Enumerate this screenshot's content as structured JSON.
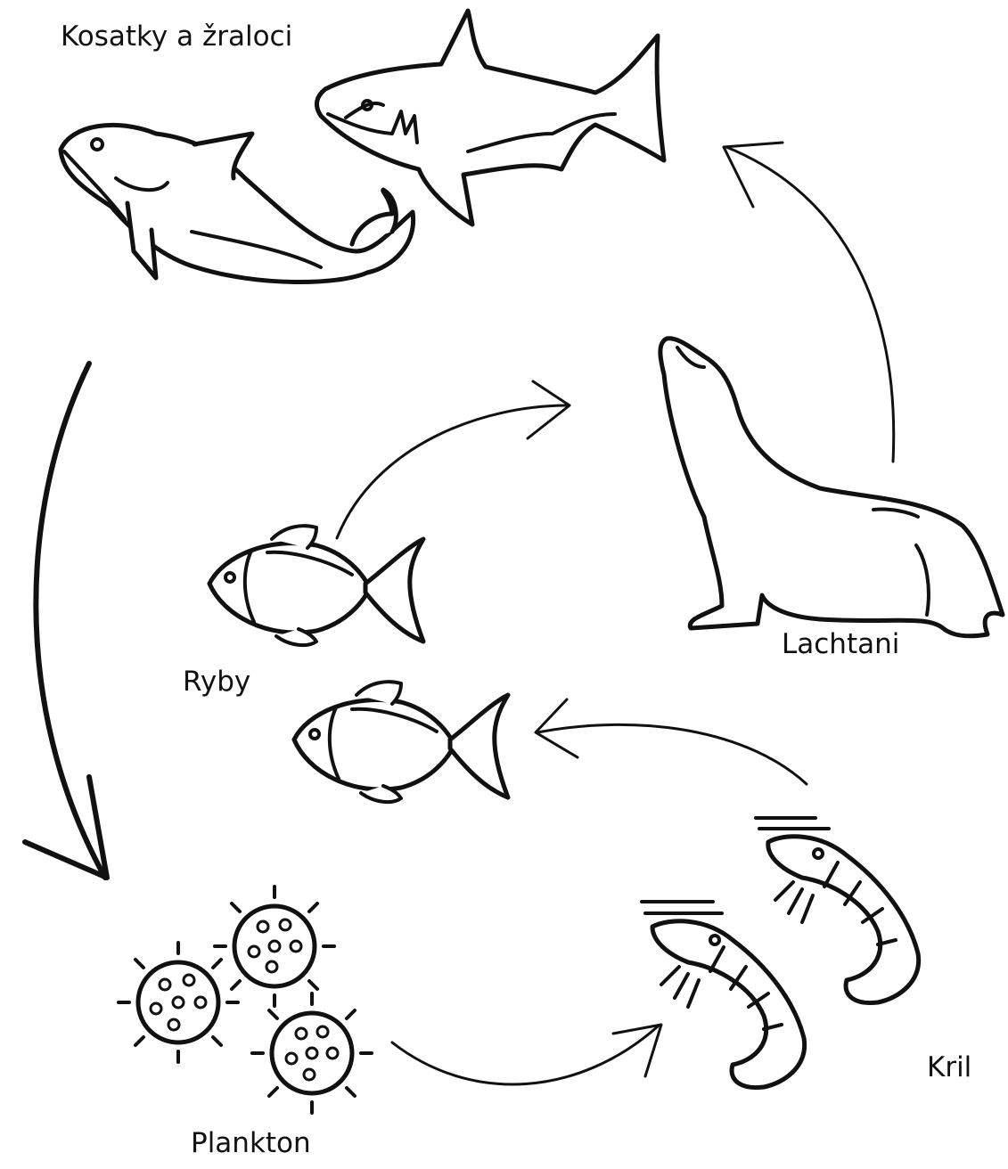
{
  "diagram": {
    "labels": {
      "predators": "Kosatky a žraloci",
      "sea_lions": "Lachtani",
      "fish": "Ryby",
      "krill": "Kril",
      "plankton": "Plankton"
    }
  }
}
